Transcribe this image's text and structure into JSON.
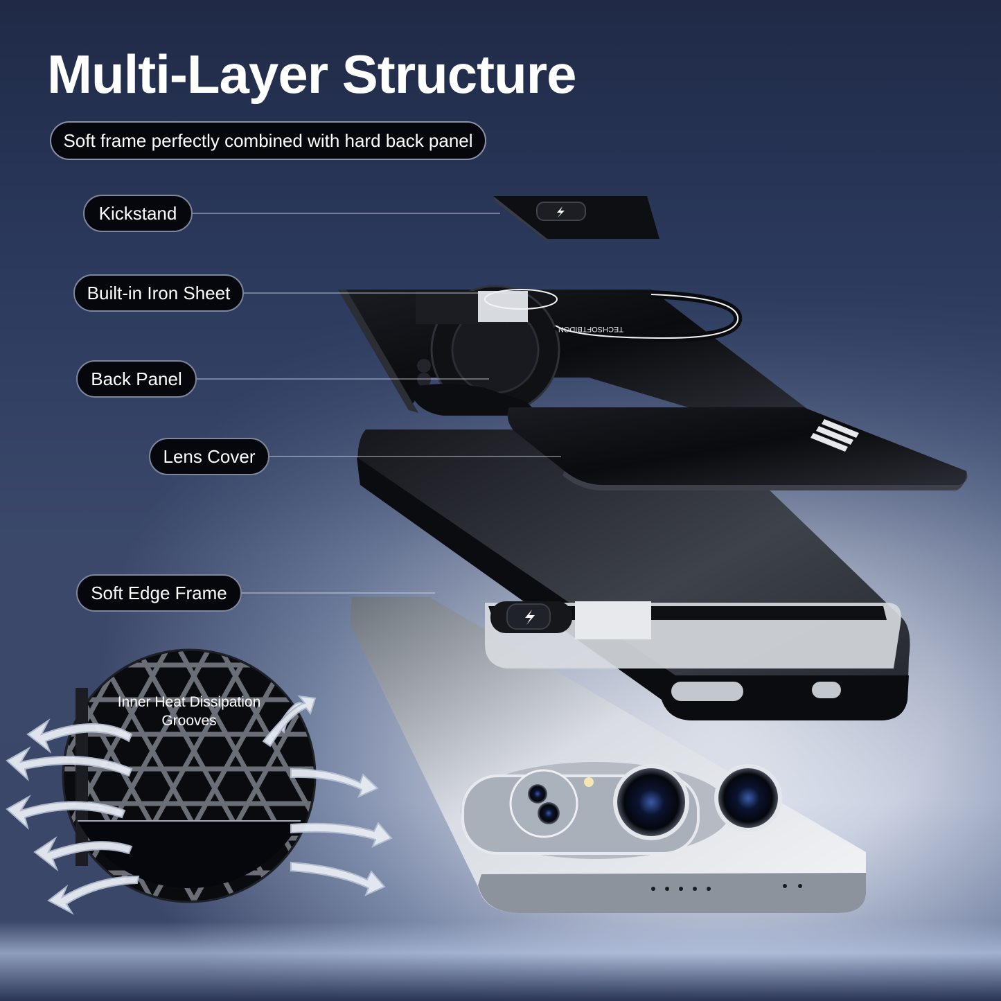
{
  "title": "Multi-Layer Structure",
  "subtitle": "Soft frame perfectly combined with hard back panel",
  "labels": {
    "kickstand": "Kickstand",
    "iron_sheet": "Built-in Iron Sheet",
    "back_panel": "Back Panel",
    "lens_cover": "Lens Cover",
    "soft_edge_frame": "Soft Edge Frame"
  },
  "heat_badge": {
    "line1": "Inner Heat Dissipation",
    "line2": "Grooves"
  },
  "ring_engraving": "TECHSOFTBIDON",
  "colors": {
    "case_black": "#0b0c10",
    "phone_silver": "#c9ced6",
    "label_bg": "#05070c",
    "label_border": "#7e879c"
  },
  "icons": [
    "magnet-icon",
    "airflow-arrow-icon"
  ]
}
